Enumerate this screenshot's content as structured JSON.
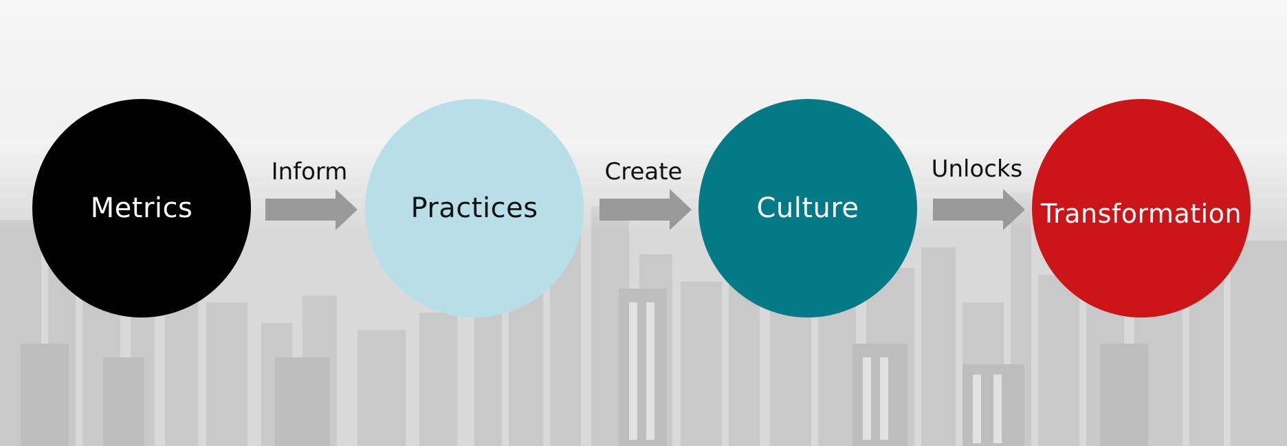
{
  "nodes": [
    {
      "label": "Metrics",
      "fill": "#000000",
      "text_color": "#ffffff"
    },
    {
      "label": "Practices",
      "fill": "#b8dfe8",
      "text_color": "#111111"
    },
    {
      "label": "Culture",
      "fill": "#037a85",
      "text_color": "#ffffff"
    },
    {
      "label": "Transformation",
      "fill": "#cc1518",
      "text_color": "#ffffff"
    }
  ],
  "connectors": [
    {
      "label": "Inform",
      "arrow_color": "#999999"
    },
    {
      "label": "Create",
      "arrow_color": "#999999"
    },
    {
      "label": "Unlocks",
      "arrow_color": "#999999"
    }
  ]
}
